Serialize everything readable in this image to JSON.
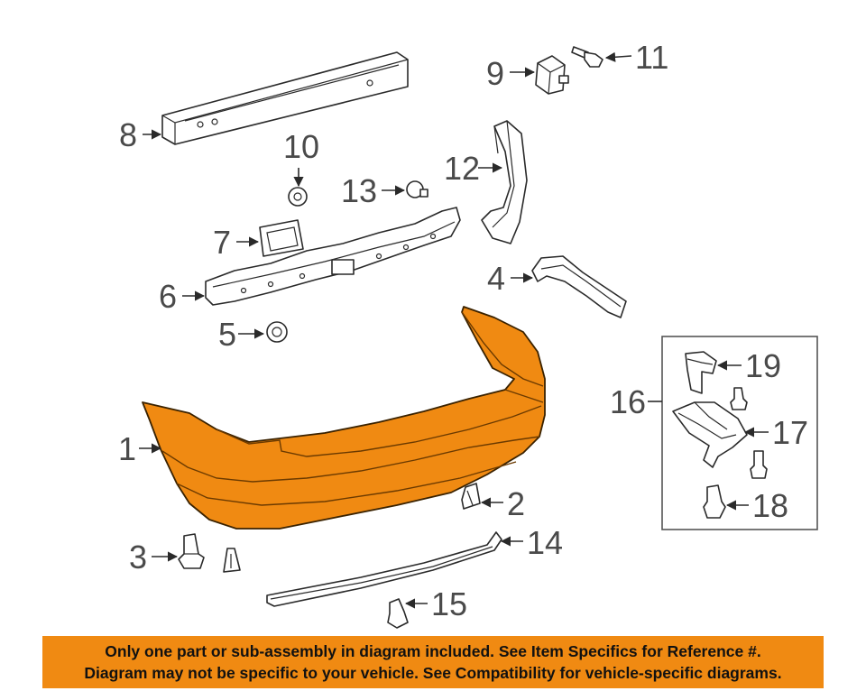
{
  "callouts": {
    "c1": "1",
    "c2": "2",
    "c3": "3",
    "c4": "4",
    "c5": "5",
    "c6": "6",
    "c7": "7",
    "c8": "8",
    "c9": "9",
    "c10": "10",
    "c11": "11",
    "c12": "12",
    "c13": "13",
    "c14": "14",
    "c15": "15",
    "c16": "16",
    "c17": "17",
    "c18": "18",
    "c19": "19"
  },
  "colors": {
    "highlight": "#f08a12",
    "line": "#2a2a2a",
    "text": "#4a4a4a"
  },
  "footer": {
    "line1": "Only one part or sub-assembly in diagram included. See Item Specifics for Reference #.",
    "line2": "Diagram may not be specific to your vehicle. See Compatibility for vehicle-specific diagrams."
  }
}
